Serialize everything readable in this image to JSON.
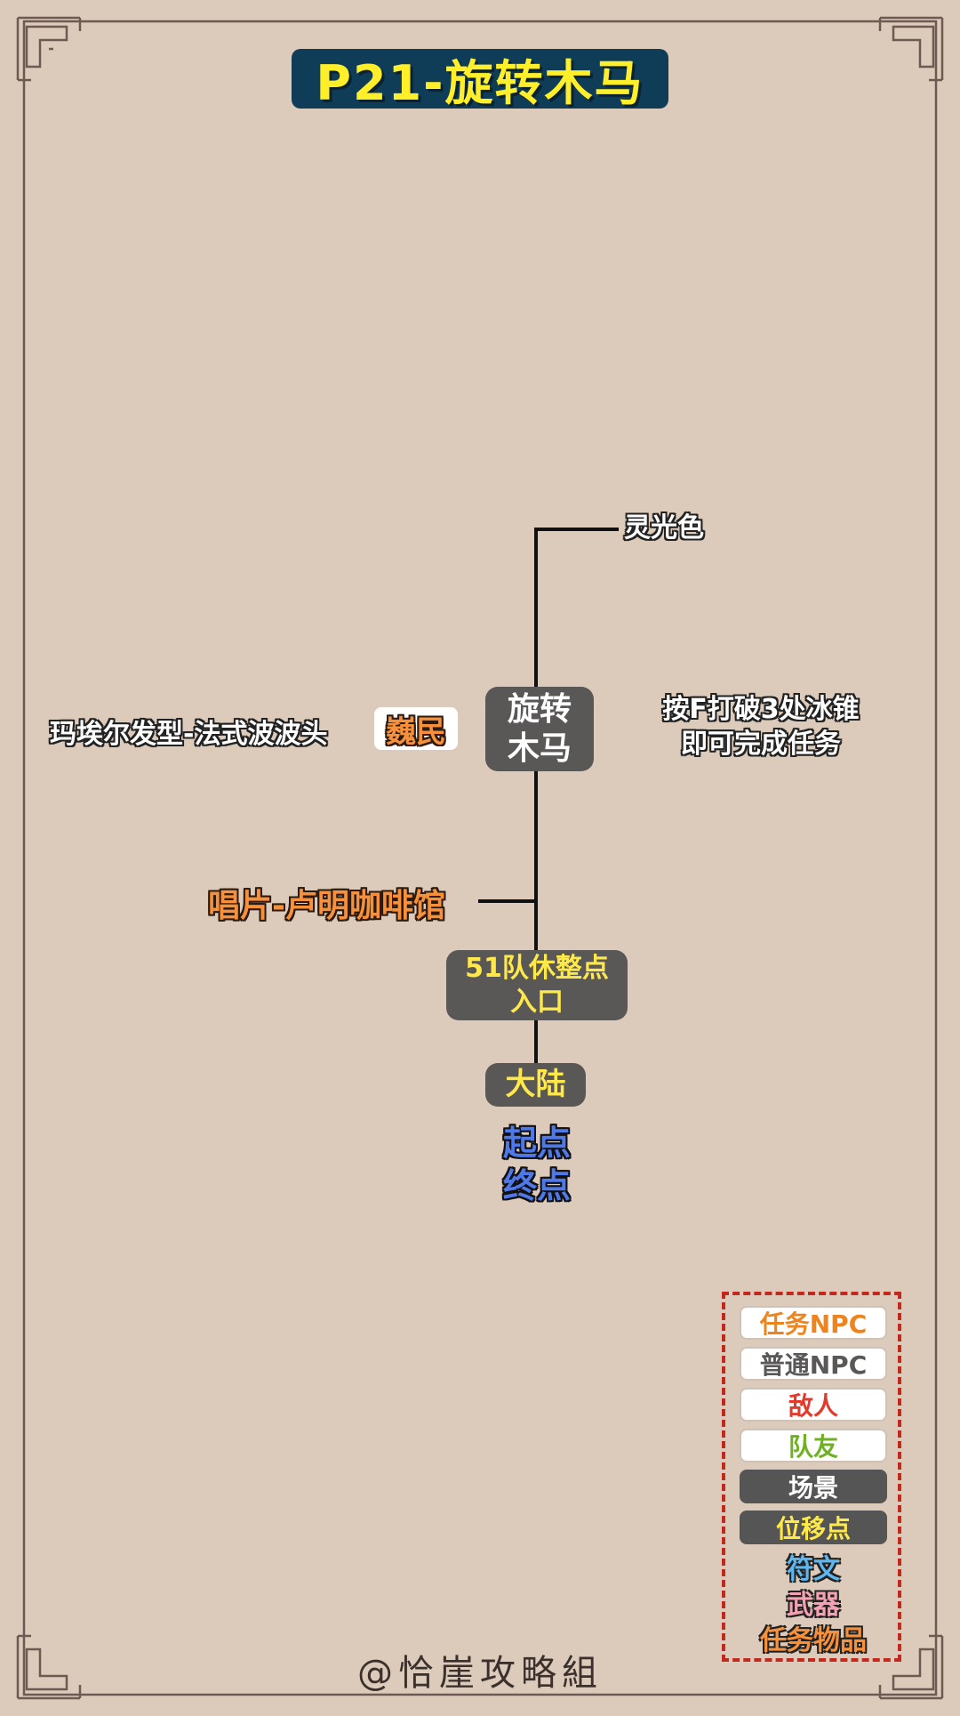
{
  "title": "P21-旋转木马",
  "nodes": {
    "main_line1": "旋转",
    "main_line2": "木马",
    "rest_line1": "51队休整点",
    "rest_line2": "入口",
    "mainland": "大陆"
  },
  "labels": {
    "aura_color": "灵光色",
    "hairstyle": "玛埃尔发型-法式波波头",
    "npc_weimin": "巍民",
    "record": "唱片-卢明咖啡馆",
    "start": "起点",
    "end": "终点",
    "tip_line1": "按F打破3处冰锥",
    "tip_line2": "即可完成任务"
  },
  "legend": {
    "items": [
      {
        "label": "任务NPC",
        "color": "#f0841c"
      },
      {
        "label": "普通NPC",
        "color": "#5a5757"
      },
      {
        "label": "敌人",
        "color": "#e23a2c"
      },
      {
        "label": "队友",
        "color": "#6fb123"
      },
      {
        "label": "场景",
        "color": "#ffffff"
      },
      {
        "label": "位移点",
        "color": "#ffe94a"
      },
      {
        "label": "符文",
        "color": "#5fb7ef"
      },
      {
        "label": "武器",
        "color": "#f4a2b2"
      },
      {
        "label": "任务物品",
        "color": "#f6903a"
      }
    ]
  },
  "footer": "@恰崖攻略組"
}
